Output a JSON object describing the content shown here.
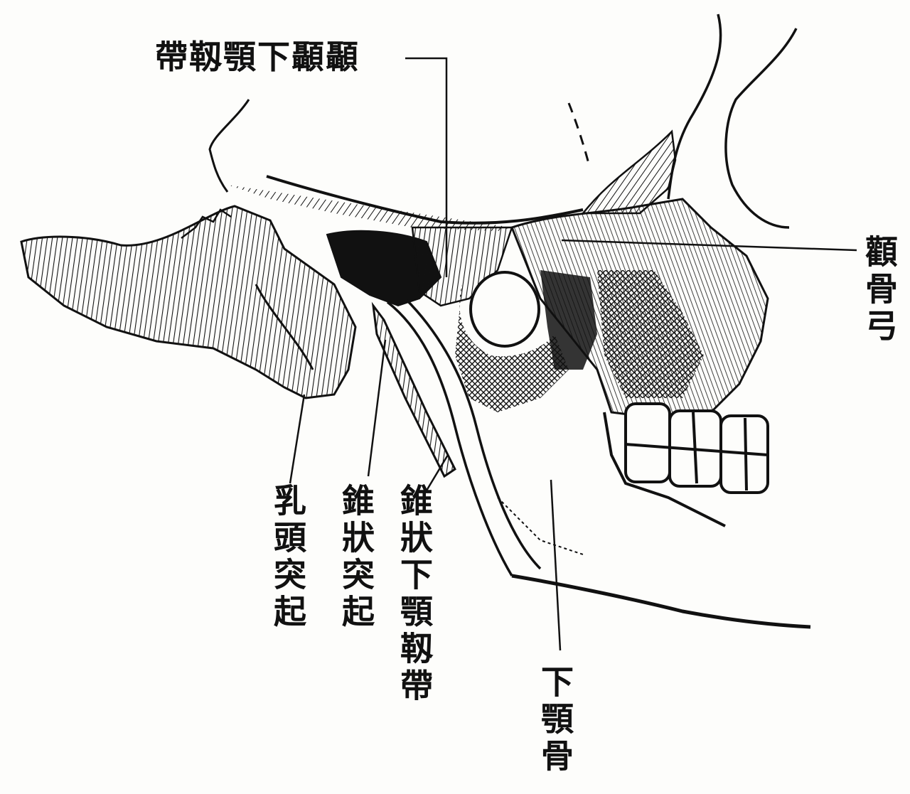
{
  "labels": {
    "temporomandibular_ligament": "帶靱顎下顳顳",
    "zygomatic_arch": "顴骨弓",
    "mastoid_process": "乳頭突起",
    "styloid_process": "錐狀突起",
    "stylomandibular_ligament": "錐狀下顎靱帶",
    "mandible": "下顎骨"
  },
  "colors": {
    "ink": "#111111",
    "paper": "#fdfdfb"
  }
}
